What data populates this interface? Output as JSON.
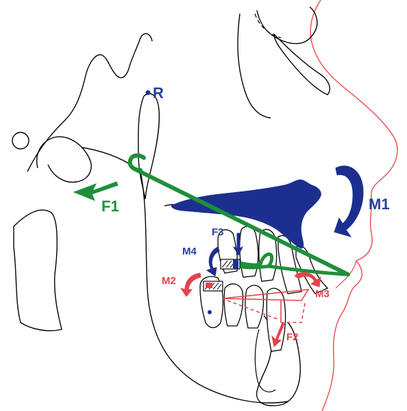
{
  "labels": {
    "R": "R",
    "F1": "F1",
    "M1": "M1",
    "F3": "F3",
    "M4": "M4",
    "M2": "M2",
    "M3": "M3",
    "F2": "F2"
  },
  "colors": {
    "outline": "#000000",
    "soft_tissue": "#e8474f",
    "appliance": "#1f8f3a",
    "palatal_element": "#1c2f8f",
    "blue_label": "#2b3ea0",
    "red_label": "#e3444a"
  }
}
